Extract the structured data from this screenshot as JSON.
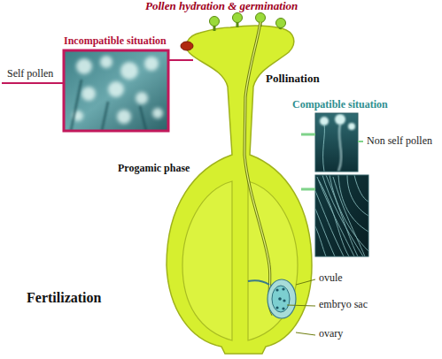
{
  "diagram": {
    "title": "Pollen hydration & germination",
    "labels": [
      "Incompatible situation",
      "Self pollen",
      "Pollination",
      "Compatible situation",
      "Non self pollen",
      "Progamic phase",
      "ovule",
      "embryo sac",
      "ovary",
      "Fertilization"
    ]
  }
}
